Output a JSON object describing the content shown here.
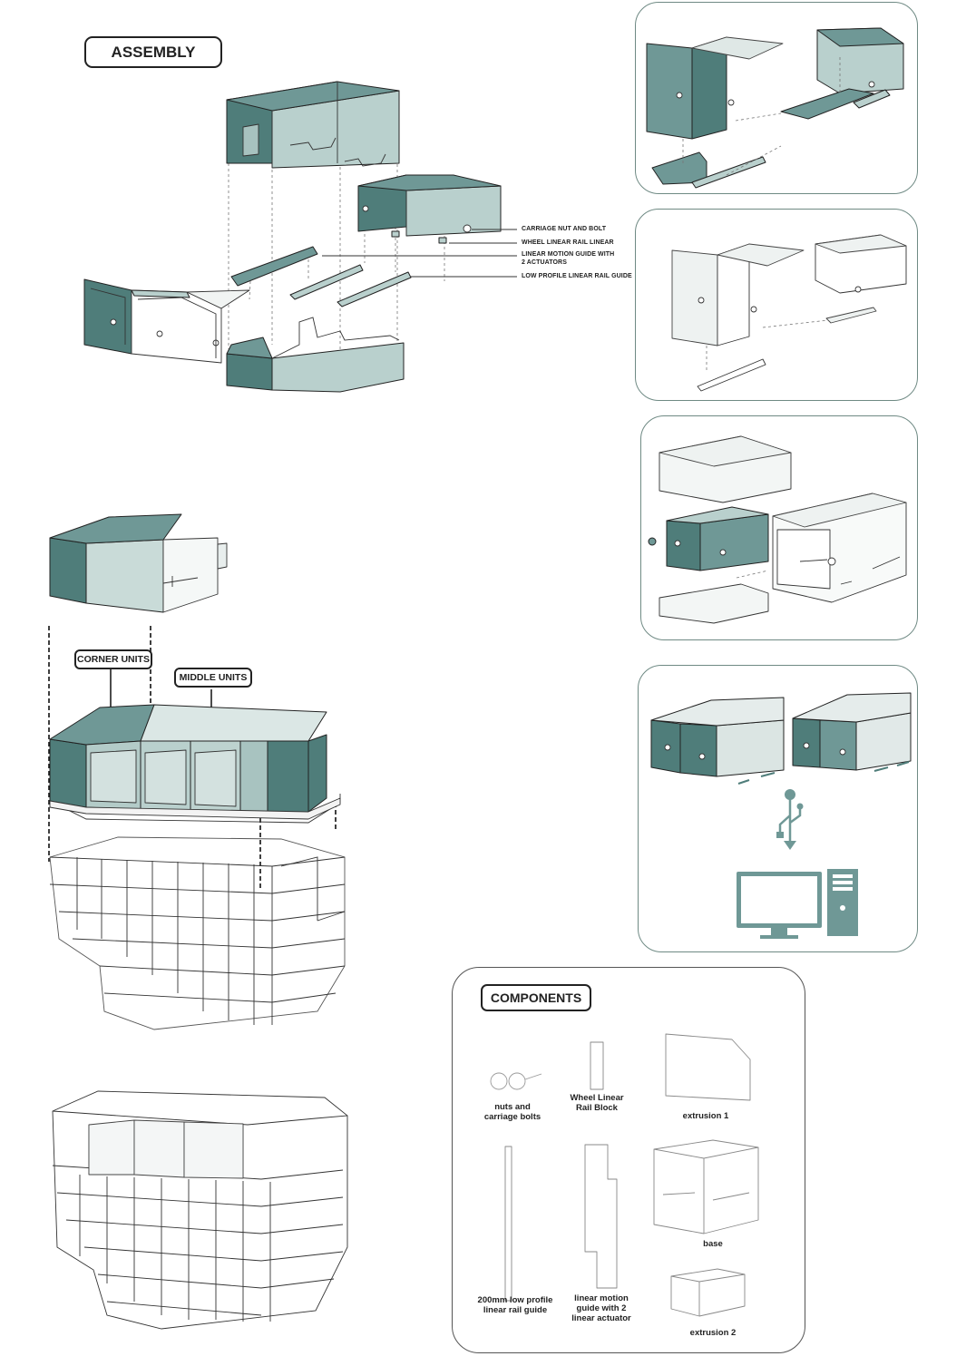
{
  "titles": {
    "assembly": "ASSEMBLY",
    "corner_units": "CORNER UNITS",
    "middle_units": "MIDDLE UNITS",
    "components": "COMPONENTS"
  },
  "callouts": [
    "CARRIAGE NUT AND BOLT",
    "WHEEL LINEAR RAIL LINEAR",
    "LINEAR MOTION GUIDE WITH",
    "2 ACTUATORS",
    "LOW PROFILE LINEAR RAIL GUIDE"
  ],
  "components": {
    "nuts": [
      "nuts and",
      "carriage bolts"
    ],
    "wheel_block": [
      "Wheel Linear",
      "Rail Block"
    ],
    "extrusion1": [
      "extrusion 1"
    ],
    "rail_guide": [
      "200mm low profile",
      "linear rail guide"
    ],
    "motion_guide": [
      "linear motion",
      "guide with 2",
      "linear actuator"
    ],
    "base": [
      "base"
    ],
    "extrusion2": [
      "extrusion 2"
    ]
  },
  "colors": {
    "teal": "#6f9896",
    "teal_dark": "#4f7d7a",
    "teal_light": "#b9d0cd",
    "panel_border": "#6f8a84"
  },
  "icons": [
    "usb-icon",
    "monitor-icon",
    "computer-tower-icon"
  ]
}
